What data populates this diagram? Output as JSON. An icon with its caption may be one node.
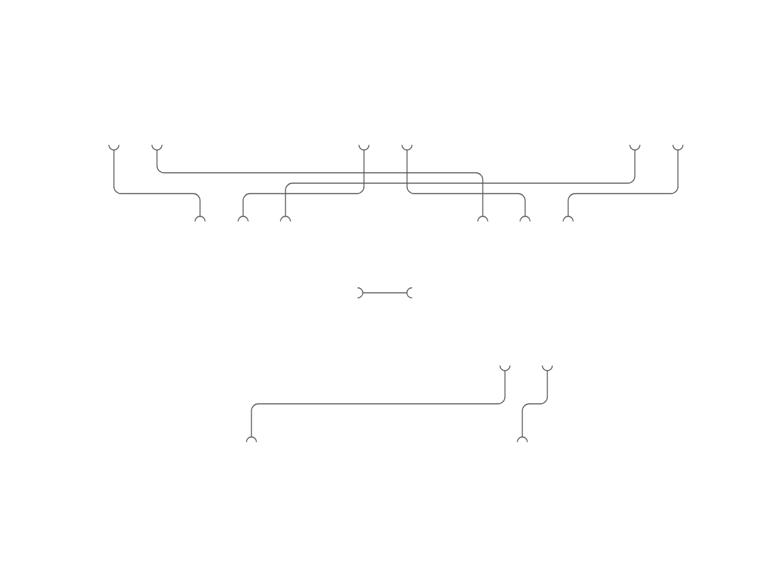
{
  "diagram": {
    "nodes": [
      {
        "text": [],
        "shape": "semicircle"
      },
      {
        "text": [],
        "shape": "semicircle"
      },
      {
        "text": [],
        "shape": "semicircle"
      },
      {
        "text": [],
        "shape": "semicircle"
      },
      {
        "text": [],
        "shape": "semicircle"
      },
      {
        "text": [],
        "shape": "semicircle"
      },
      {
        "text": [],
        "shape": "semicircle"
      },
      {
        "text": [],
        "shape": "semicircle"
      },
      {
        "text": [],
        "shape": "semicircle"
      },
      {
        "text": [],
        "shape": "semicircle"
      },
      {
        "text": [],
        "shape": "semicircle"
      },
      {
        "text": [],
        "shape": "semicircle"
      },
      {
        "text": [],
        "shape": "semicircle"
      },
      {
        "text": [],
        "shape": "semicircle"
      },
      {
        "text": [],
        "shape": "semicircle"
      },
      {
        "text": [],
        "shape": "semicircle"
      },
      {
        "text": [],
        "shape": "semicircle"
      },
      {
        "text": [],
        "shape": "semicircle"
      }
    ],
    "edges": [
      {
        "from": 0,
        "to": 6,
        "arrow": "none"
      },
      {
        "from": 1,
        "to": 9,
        "arrow": "none"
      },
      {
        "from": 2,
        "to": 7,
        "arrow": "none"
      },
      {
        "from": 3,
        "to": 10,
        "arrow": "none"
      },
      {
        "from": 4,
        "to": 8,
        "arrow": "none"
      },
      {
        "from": 5,
        "to": 11,
        "arrow": "none"
      },
      {
        "from": 12,
        "to": 13,
        "arrow": "none"
      },
      {
        "from": 14,
        "to": 16,
        "arrow": "none"
      },
      {
        "from": 15,
        "to": 17,
        "arrow": "none"
      }
    ]
  }
}
